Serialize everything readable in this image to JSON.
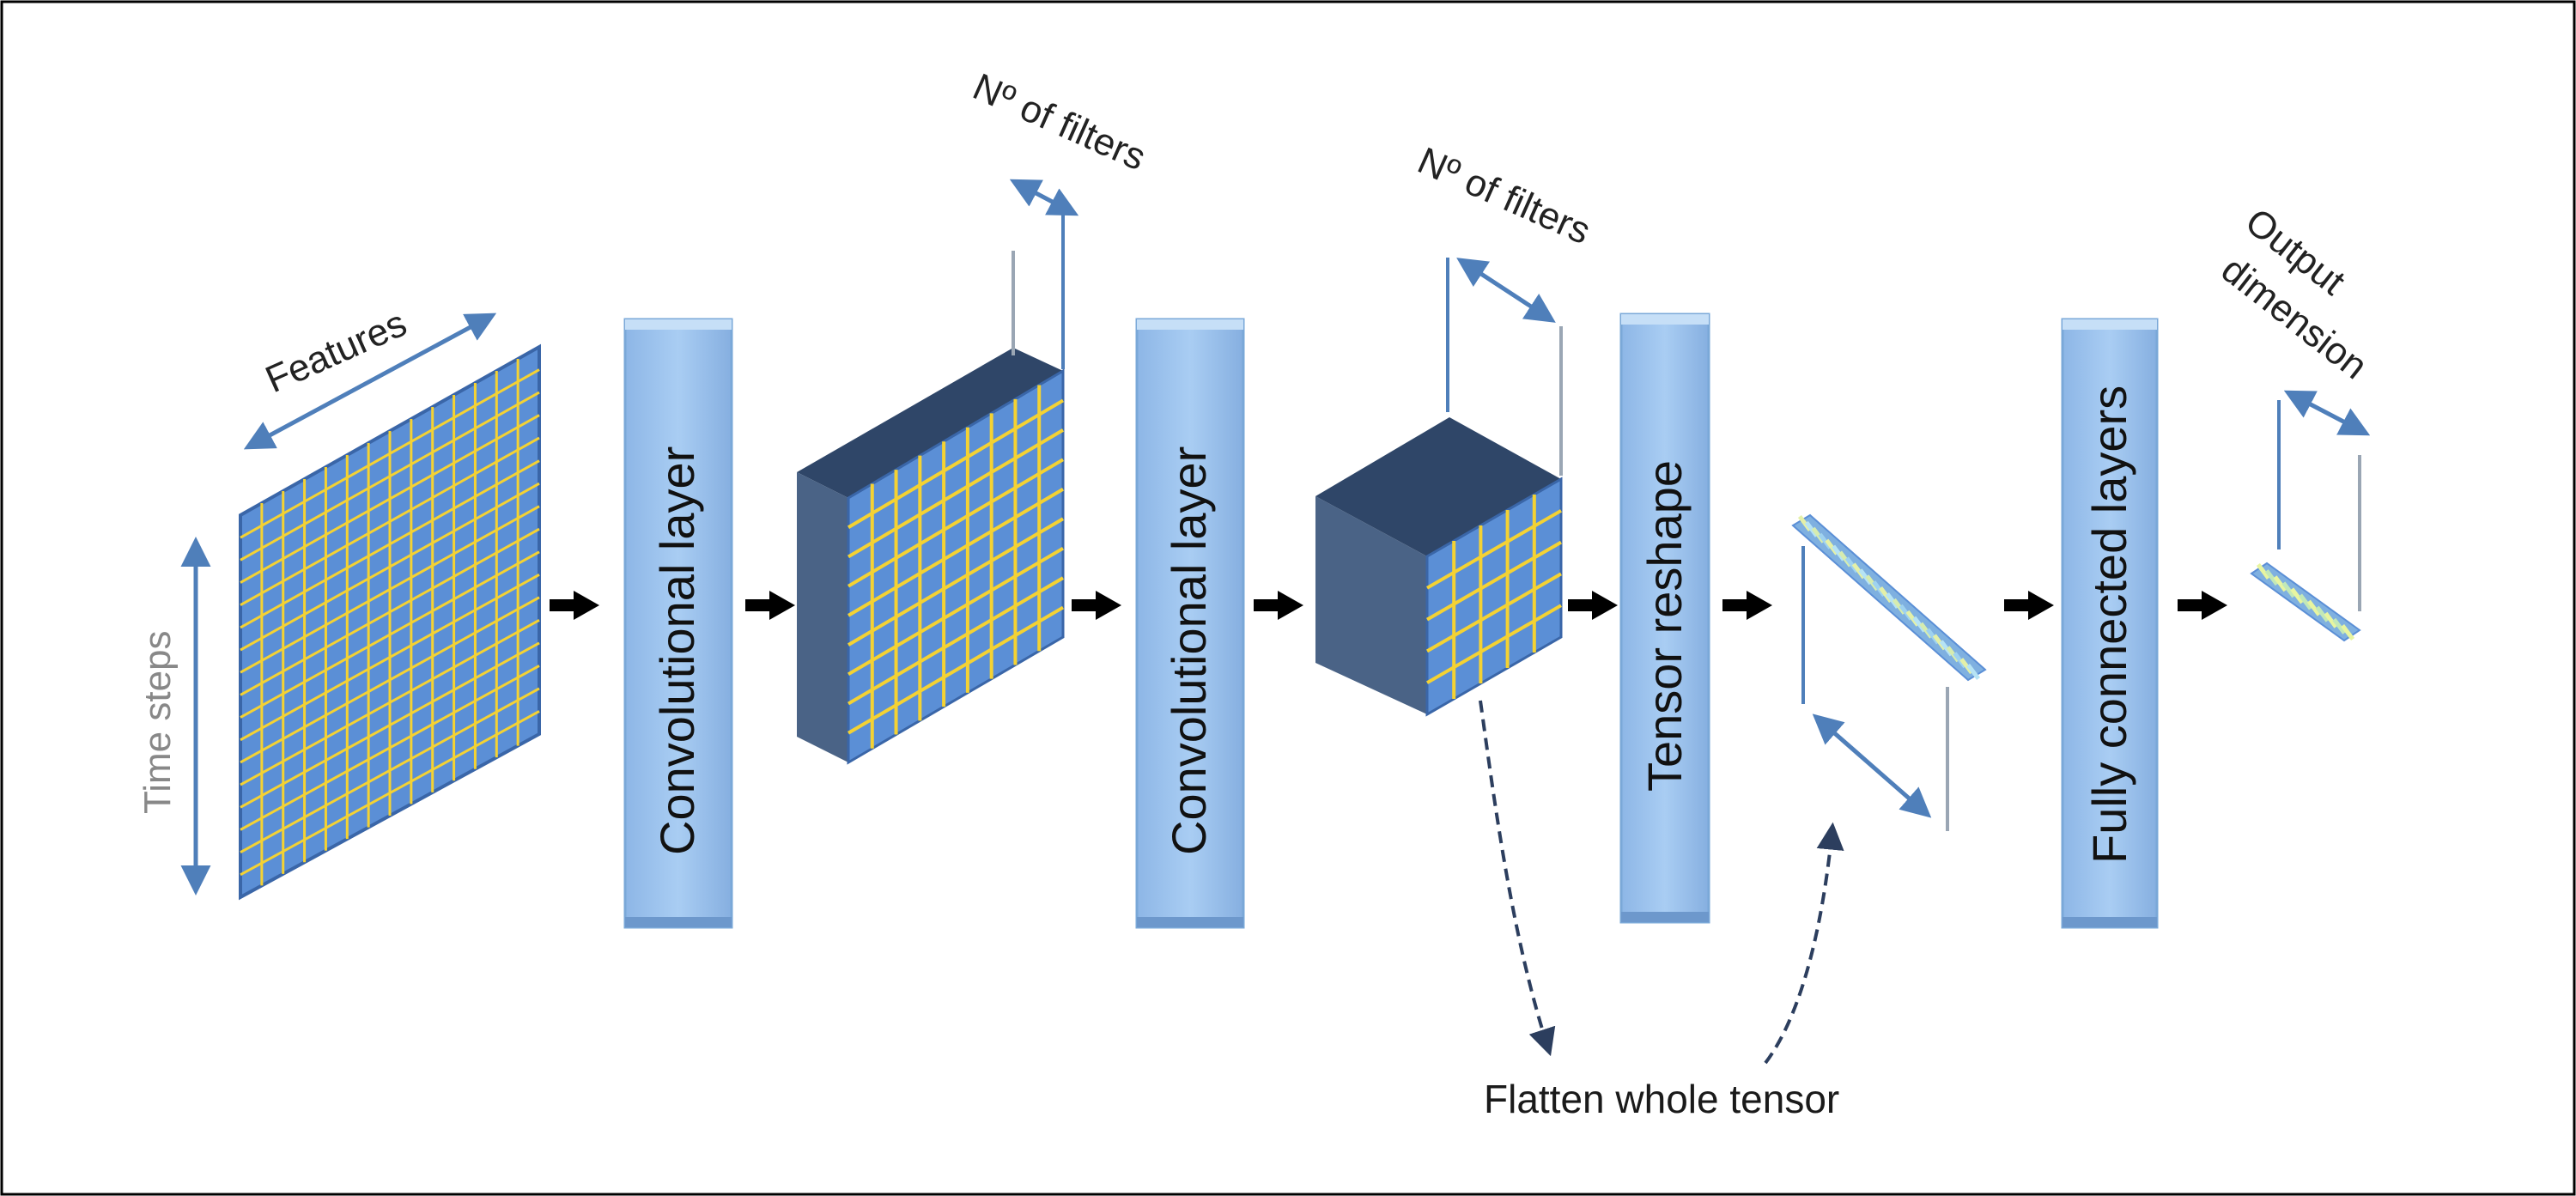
{
  "input": {
    "features_label": "Features",
    "time_steps_label": "Time steps"
  },
  "layers": {
    "conv1": "Convolutional  layer",
    "conv2": "Convolutional  layer",
    "reshape": "Tensor reshape",
    "fc": "Fully connected layers"
  },
  "dims": {
    "filters1": "Nº of filters",
    "filters2": "Nº of filters",
    "output_line1": "Output",
    "output_line2": "dimension"
  },
  "caption": {
    "flatten": "Flatten whole tensor"
  },
  "colors": {
    "block_fill": "#9cc3ec",
    "block_edge": "#7aa8d8",
    "grid_fill": "#5b8fd6",
    "grid_lines": "#f4d233",
    "dark_face": "#2f4668",
    "side_face": "#4a6386",
    "dim_arrow": "#4f7fba",
    "flow_arrow": "#000000"
  }
}
